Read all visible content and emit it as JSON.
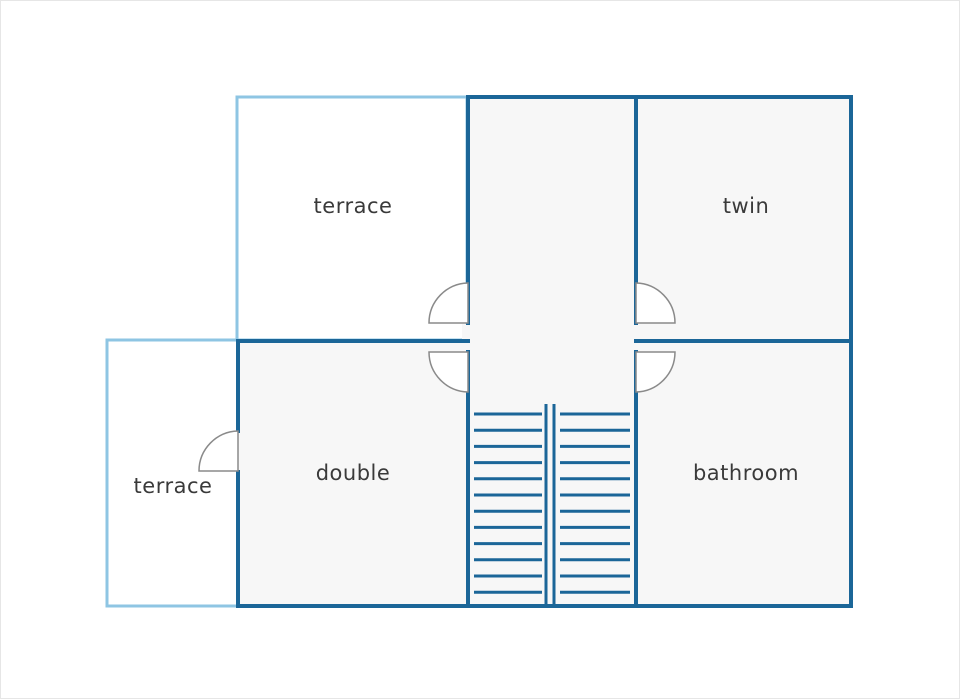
{
  "colors": {
    "wall": "#1b6698",
    "light_wall": "#8ec5e3",
    "room_fill": "#f7f7f7",
    "door_stroke": "#8a8a8a",
    "label": "#3a3a3a"
  },
  "rooms": {
    "terrace_top": {
      "label": "terrace"
    },
    "terrace_left": {
      "label": "terrace"
    },
    "double": {
      "label": "double"
    },
    "twin": {
      "label": "twin"
    },
    "bathroom": {
      "label": "bathroom"
    },
    "hall": {
      "label": ""
    }
  }
}
